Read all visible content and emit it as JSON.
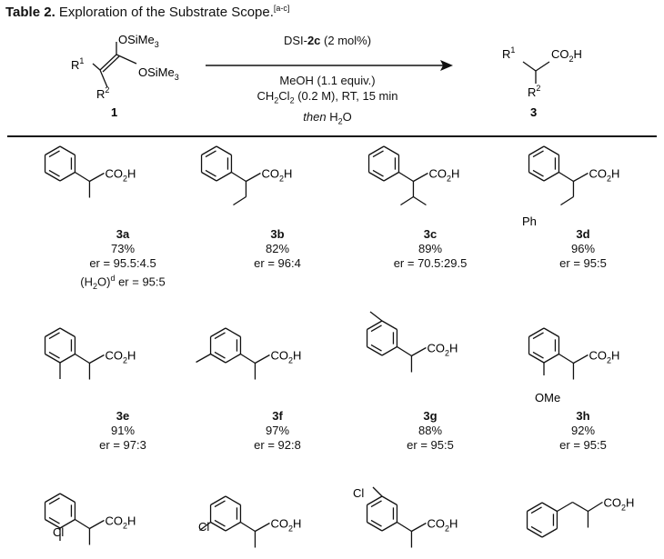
{
  "title": {
    "label": "Table 2.",
    "text": "Exploration of the Substrate Scope.",
    "note": "[a-c]"
  },
  "scheme": {
    "reactant": {
      "r1": "R",
      "r1_sup": "1",
      "r2": "R",
      "r2_sup": "2",
      "g1": "OSiMe",
      "g1_sub": "3",
      "g2": "OSiMe",
      "g2_sub": "3",
      "number": "1"
    },
    "product": {
      "r1": "R",
      "r1_sup": "1",
      "r2": "R",
      "r2_sup": "2",
      "acid": "CO",
      "acid_sub": "2",
      "acid_end": "H",
      "number": "3"
    },
    "conditions": {
      "catalyst_pre": "DSI-",
      "catalyst_bold": "2c",
      "catalyst_post": " (2 mol%)",
      "line2": "MeOH (1.1 equiv.)",
      "line3_a": "CH",
      "line3_sub1": "2",
      "line3_b": "Cl",
      "line3_sub2": "2",
      "line3_c": " (0.2 M), RT,  15 min",
      "line4_it": "then",
      "line4": " H",
      "line4_sub": "2",
      "line4_end": "O"
    }
  },
  "entries": [
    {
      "id": "3a",
      "yield": "73%",
      "er": "er = 95.5:4.5",
      "extra_a": "(H",
      "extra_sub": "2",
      "extra_b": "O)",
      "extra_sup": "d",
      "extra_c": " er = 95:5"
    },
    {
      "id": "3b",
      "yield": "82%",
      "er": "er = 96:4"
    },
    {
      "id": "3c",
      "yield": "89%",
      "er": "er = 70.5:29.5"
    },
    {
      "id": "3d",
      "yield": "96%",
      "er": "er = 95:5",
      "sub_label": "Ph"
    },
    {
      "id": "3e",
      "yield": "91%",
      "er": "er = 97:3"
    },
    {
      "id": "3f",
      "yield": "97%",
      "er": "er = 92:8"
    },
    {
      "id": "3g",
      "yield": "88%",
      "er": "er = 95:5"
    },
    {
      "id": "3h",
      "yield": "92%",
      "er": "er = 95:5",
      "sub_label": "OMe"
    },
    {
      "sub_label": "Cl"
    },
    {
      "sub_label": "Cl"
    },
    {
      "sub_label": "Cl"
    },
    {}
  ],
  "acid_label": {
    "a": "CO",
    "sub": "2",
    "b": "H"
  }
}
